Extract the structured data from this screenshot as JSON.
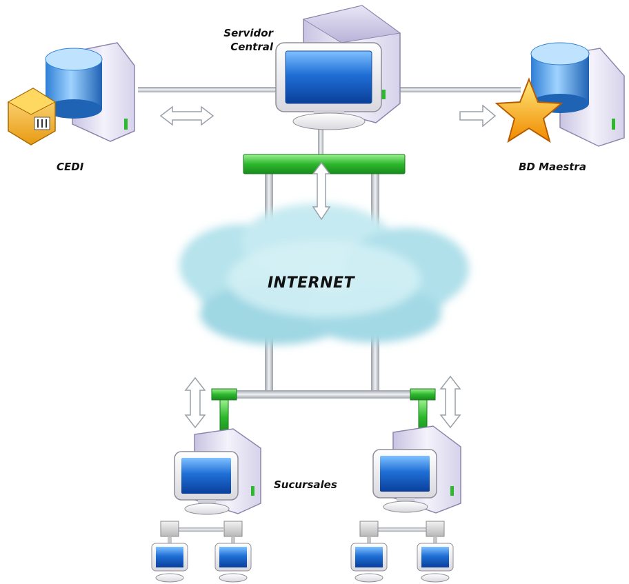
{
  "labels": {
    "central_server_line1": "Servidor",
    "central_server_line2": "Central",
    "cedi": "CEDI",
    "master_db": "BD Maestra",
    "internet": "INTERNET",
    "branches": "Sucursales"
  },
  "colors": {
    "network_switch": "#2db82d",
    "cloud": "#a8dde8",
    "monitor_screen": "#1f6fd6",
    "db_cylinder": "#5aa6ea",
    "star": "#f5b400",
    "package": "#f3b431",
    "line": "#b9bcc2"
  },
  "icons": {
    "central_server": "server-computer-icon",
    "cedi_db": "database-icon",
    "cedi_package": "package-icon",
    "master_db": "database-icon",
    "master_star": "star-icon",
    "switch": "network-switch-icon",
    "cloud": "cloud-icon",
    "arrows": "double-arrow-icon"
  }
}
